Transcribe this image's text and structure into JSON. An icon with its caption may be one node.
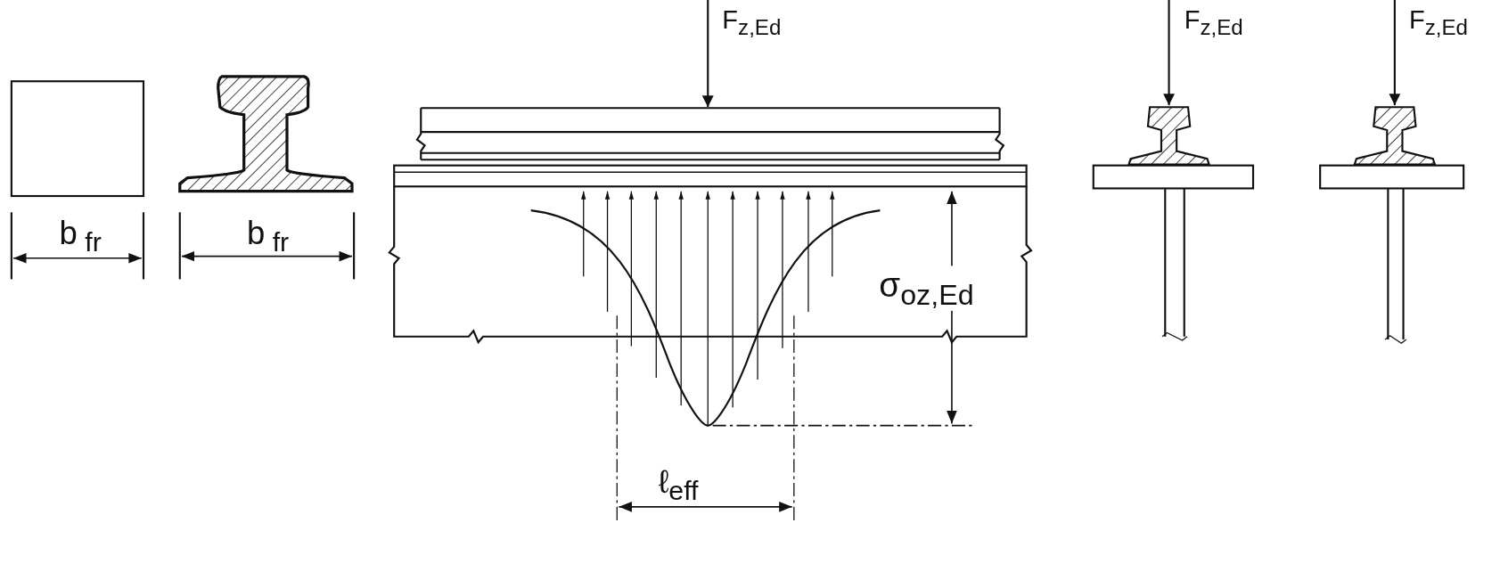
{
  "diagram": {
    "labels": [
      "F$_{z,Ed}$",
      "F$_{z,Ed}$",
      "F$_{z,Ed}$",
      "b$_{ fr}$",
      "b$_{ fr}$",
      "σ$_{oz,Ed}$",
      "ℓ$_{eff}$"
    ]
  }
}
